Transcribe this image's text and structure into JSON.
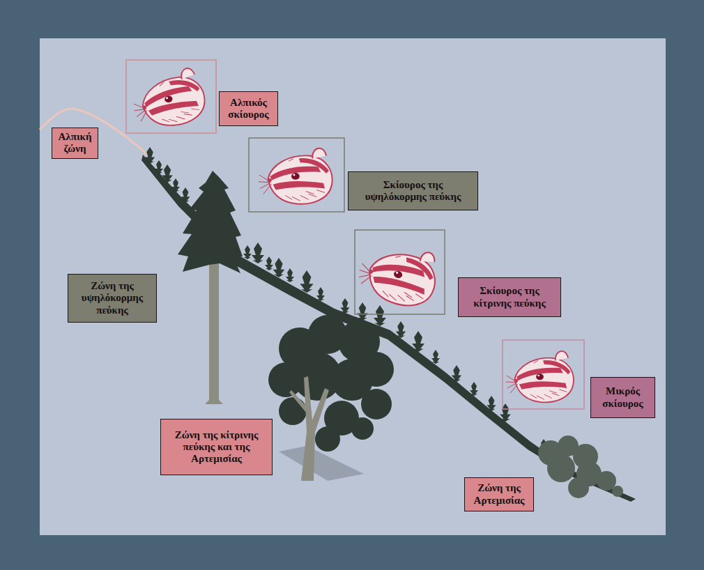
{
  "diagram": {
    "nodes": [
      {
        "text": [
          "Αλπικός σκίουρος"
        ]
      },
      {
        "text": [
          "Αλπική ζώνη"
        ]
      },
      {
        "text": [
          "Σκίουρος της υψηλόκορμης πεύκης"
        ]
      },
      {
        "text": [
          "Ζώνη της υψηλόκορμης πεύκης"
        ]
      },
      {
        "text": [
          "Σκίουρος της κίτρινης πεύκης"
        ]
      },
      {
        "text": [
          "Μικρός σκίουρος"
        ]
      },
      {
        "text": [
          "Ζώνη της κίτρινης πεύκης και της Αρτεμισίας"
        ]
      },
      {
        "text": [
          "Ζώνη της Αρτεμισίας"
        ]
      }
    ]
  }
}
